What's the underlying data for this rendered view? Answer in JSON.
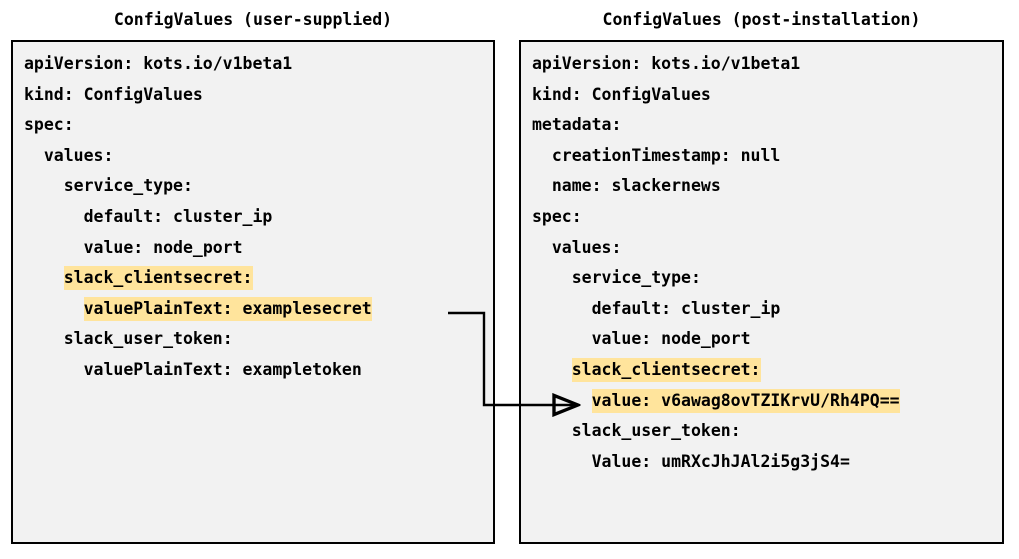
{
  "diagram": {
    "kind": "two-panel-yaml-comparison",
    "background": "#ffffff",
    "panel_bg": "#f2f2f2",
    "panel_border": "#000000",
    "highlight_color": "#ffe49c",
    "text_color": "#000000"
  },
  "left_panel": {
    "title": "ConfigValues (user-supplied)",
    "lines": [
      {
        "indent": 0,
        "text": "apiVersion: kots.io/v1beta1",
        "highlight": false
      },
      {
        "indent": 0,
        "text": "kind: ConfigValues",
        "highlight": false
      },
      {
        "indent": 0,
        "text": "spec:",
        "highlight": false
      },
      {
        "indent": 1,
        "text": "values:",
        "highlight": false
      },
      {
        "indent": 2,
        "text": "service_type:",
        "highlight": false
      },
      {
        "indent": 3,
        "text": "default: cluster_ip",
        "highlight": false
      },
      {
        "indent": 3,
        "text": "value: node_port",
        "highlight": false
      },
      {
        "indent": 2,
        "text": "slack_clientsecret:",
        "highlight": true
      },
      {
        "indent": 3,
        "text": "valuePlainText: examplesecret",
        "highlight": true
      },
      {
        "indent": 2,
        "text": "slack_user_token:",
        "highlight": false
      },
      {
        "indent": 3,
        "text": "valuePlainText: exampletoken",
        "highlight": false
      }
    ]
  },
  "right_panel": {
    "title": "ConfigValues (post-installation)",
    "lines": [
      {
        "indent": 0,
        "text": "apiVersion: kots.io/v1beta1",
        "highlight": false
      },
      {
        "indent": 0,
        "text": "kind: ConfigValues",
        "highlight": false
      },
      {
        "indent": 0,
        "text": "metadata:",
        "highlight": false
      },
      {
        "indent": 1,
        "text": "creationTimestamp: null",
        "highlight": false
      },
      {
        "indent": 1,
        "text": "name: slackernews",
        "highlight": false
      },
      {
        "indent": 0,
        "text": "spec:",
        "highlight": false
      },
      {
        "indent": 1,
        "text": "values:",
        "highlight": false
      },
      {
        "indent": 2,
        "text": "service_type:",
        "highlight": false
      },
      {
        "indent": 3,
        "text": "default: cluster_ip",
        "highlight": false
      },
      {
        "indent": 3,
        "text": "value: node_port",
        "highlight": false
      },
      {
        "indent": 2,
        "text": "slack_clientsecret:",
        "highlight": true
      },
      {
        "indent": 3,
        "text": "value: v6awag8ovTZIKrvU/Rh4PQ==",
        "highlight": true
      },
      {
        "indent": 2,
        "text": "slack_user_token:",
        "highlight": false
      },
      {
        "indent": 3,
        "text": "Value: umRXcJhJAl2i5g3jS4=",
        "highlight": false
      }
    ]
  },
  "connector": {
    "name": "secret-transform-arrow",
    "from_line": "valuePlainText: examplesecret",
    "to_line": "value: v6awag8ovTZIKrvU/Rh4PQ==",
    "stroke": "#000000",
    "arrowhead": "open-triangle"
  }
}
